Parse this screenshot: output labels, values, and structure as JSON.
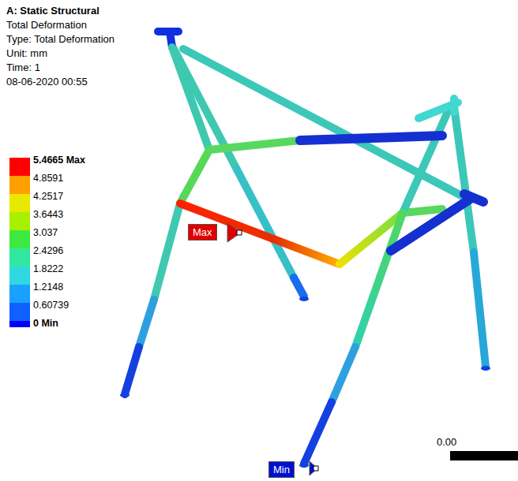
{
  "diagram": {
    "title": "A: Static Structural",
    "nodes": [
      {
        "text": [
          "Max"
        ]
      },
      {
        "text": [
          "Min"
        ]
      }
    ],
    "edges": [],
    "labels": [
      "Total Deformation",
      "Type: Total Deformation",
      "Unit: mm",
      "Time: 1",
      "08-06-2020 00:55",
      "0.00"
    ],
    "legend": [
      {
        "text": "5.4665 Max",
        "color": "#ff0000"
      },
      {
        "text": "4.8591",
        "color": "#ff9f00"
      },
      {
        "text": "4.2517",
        "color": "#e8e800"
      },
      {
        "text": "3.6443",
        "color": "#a8f000"
      },
      {
        "text": "3.037",
        "color": "#3fe83f"
      },
      {
        "text": "2.4296",
        "color": "#30e8a0"
      },
      {
        "text": "1.8222",
        "color": "#30d8e0"
      },
      {
        "text": "1.2148",
        "color": "#1aa0ff"
      },
      {
        "text": "0.60739",
        "color": "#1060ff"
      },
      {
        "text": "0 Min",
        "color": "#0000ff"
      }
    ]
  }
}
